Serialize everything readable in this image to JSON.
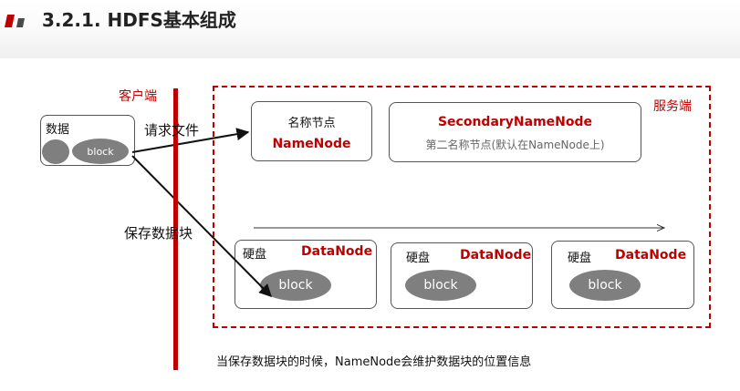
{
  "title": "3.2.1. HDFS基本组成",
  "client_area": {
    "label": "客户端",
    "data_label": "数据",
    "block_label": "block"
  },
  "server_area": {
    "label": "服务端"
  },
  "namenode": {
    "caption": "名称节点",
    "name": "NameNode"
  },
  "secondary_namenode": {
    "name": "SecondaryNameNode",
    "caption": "第二名称节点(默认在NameNode上)"
  },
  "datanodes": [
    {
      "disk_label": "硬盘",
      "name": "DataNode",
      "block_label": "block"
    },
    {
      "disk_label": "硬盘",
      "name": "DataNode",
      "block_label": "block"
    },
    {
      "disk_label": "硬盘",
      "name": "DataNode",
      "block_label": "block"
    }
  ],
  "arrows": {
    "request_label": "请求文件",
    "store_label": "保存数据块"
  },
  "footnote": "当保存数据块的时候，NameNode会维护数据块的位置信息",
  "colors": {
    "accent": "#c00000",
    "block_fill": "#7f7f7f",
    "box_border": "#555555"
  }
}
